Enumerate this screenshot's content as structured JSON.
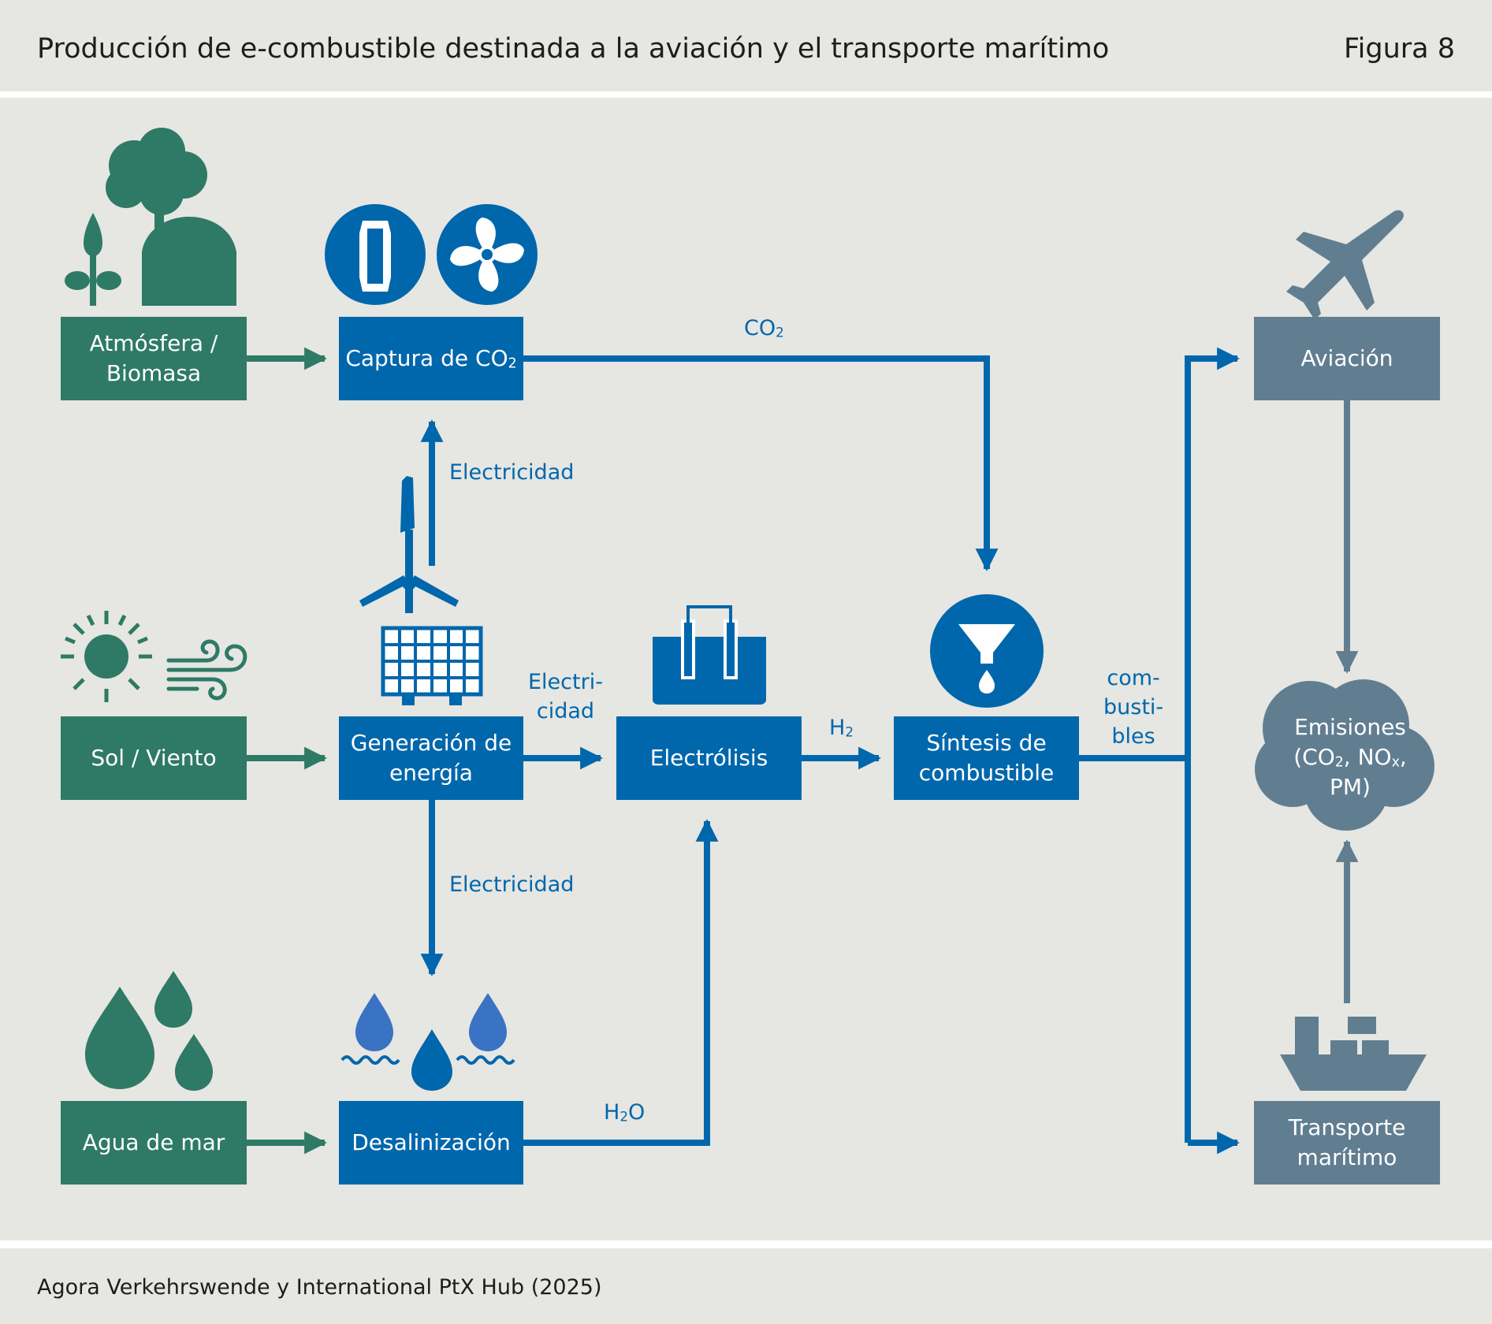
{
  "header": {
    "title": "Producción de e-combustible destinada a la aviación y el transporte marítimo",
    "figure_label": "Figura 8"
  },
  "footer": {
    "source": "Agora Verkehrswende y International PtX Hub (2025)"
  },
  "sources": {
    "atmosphere": {
      "line1": "Atmósfera /",
      "line2": "Biomasa"
    },
    "sun_wind": {
      "label": "Sol / Viento"
    },
    "seawater": {
      "label": "Agua de mar"
    }
  },
  "processes": {
    "capture": {
      "line1": "Captura",
      "line2_prefix": "de CO",
      "line2_sub": "2"
    },
    "power": {
      "line1": "Generación de",
      "line2": "energía"
    },
    "desal": {
      "label": "Desalinización"
    },
    "electrolysis": {
      "label": "Electrólisis"
    },
    "synthesis": {
      "line1": "Síntesis de",
      "line2": "combustible"
    }
  },
  "uses": {
    "aviation": {
      "label": "Aviación"
    },
    "shipping": {
      "line1": "Transporte",
      "line2": "marítimo"
    },
    "emissions": {
      "line1": "Emisiones",
      "line2_a": "(CO",
      "line2_sub1": "2",
      "line2_b": ", NO",
      "line2_sub2": "x",
      "line2_c": ",",
      "line3": "PM)"
    }
  },
  "flows": {
    "co2": {
      "prefix": "CO",
      "sub": "2"
    },
    "electricity_up": "Electricidad",
    "electricity_down": "Electricidad",
    "electricity_split": {
      "line1": "Electri-",
      "line2": "cidad"
    },
    "h2": {
      "prefix": "H",
      "sub": "2"
    },
    "h2o": {
      "prefix": "H",
      "sub": "2",
      "suffix": "O"
    },
    "fuels": {
      "line1": "com-",
      "line2": "busti-",
      "line3": "bles"
    }
  },
  "colors": {
    "source_green": "#2e7a66",
    "process_blue": "#0067ac",
    "use_slate": "#617e91",
    "background": "#e6e6e2"
  },
  "icons": {
    "atmosphere": [
      "cloud-icon",
      "plant-icon",
      "biogas-dome-icon"
    ],
    "capture": [
      "capture-filter-icon",
      "fan-icon"
    ],
    "sun_wind": [
      "sun-icon",
      "wind-icon"
    ],
    "power": [
      "wind-turbine-icon",
      "solar-panel-icon"
    ],
    "seawater": [
      "water-drops-icon"
    ],
    "desal": [
      "desalination-drops-icon"
    ],
    "electrolysis": [
      "electrolysis-cell-icon"
    ],
    "synthesis": [
      "funnel-icon"
    ],
    "aviation": [
      "airplane-icon"
    ],
    "emissions": [
      "emission-cloud-icon"
    ],
    "shipping": [
      "ship-icon"
    ]
  }
}
